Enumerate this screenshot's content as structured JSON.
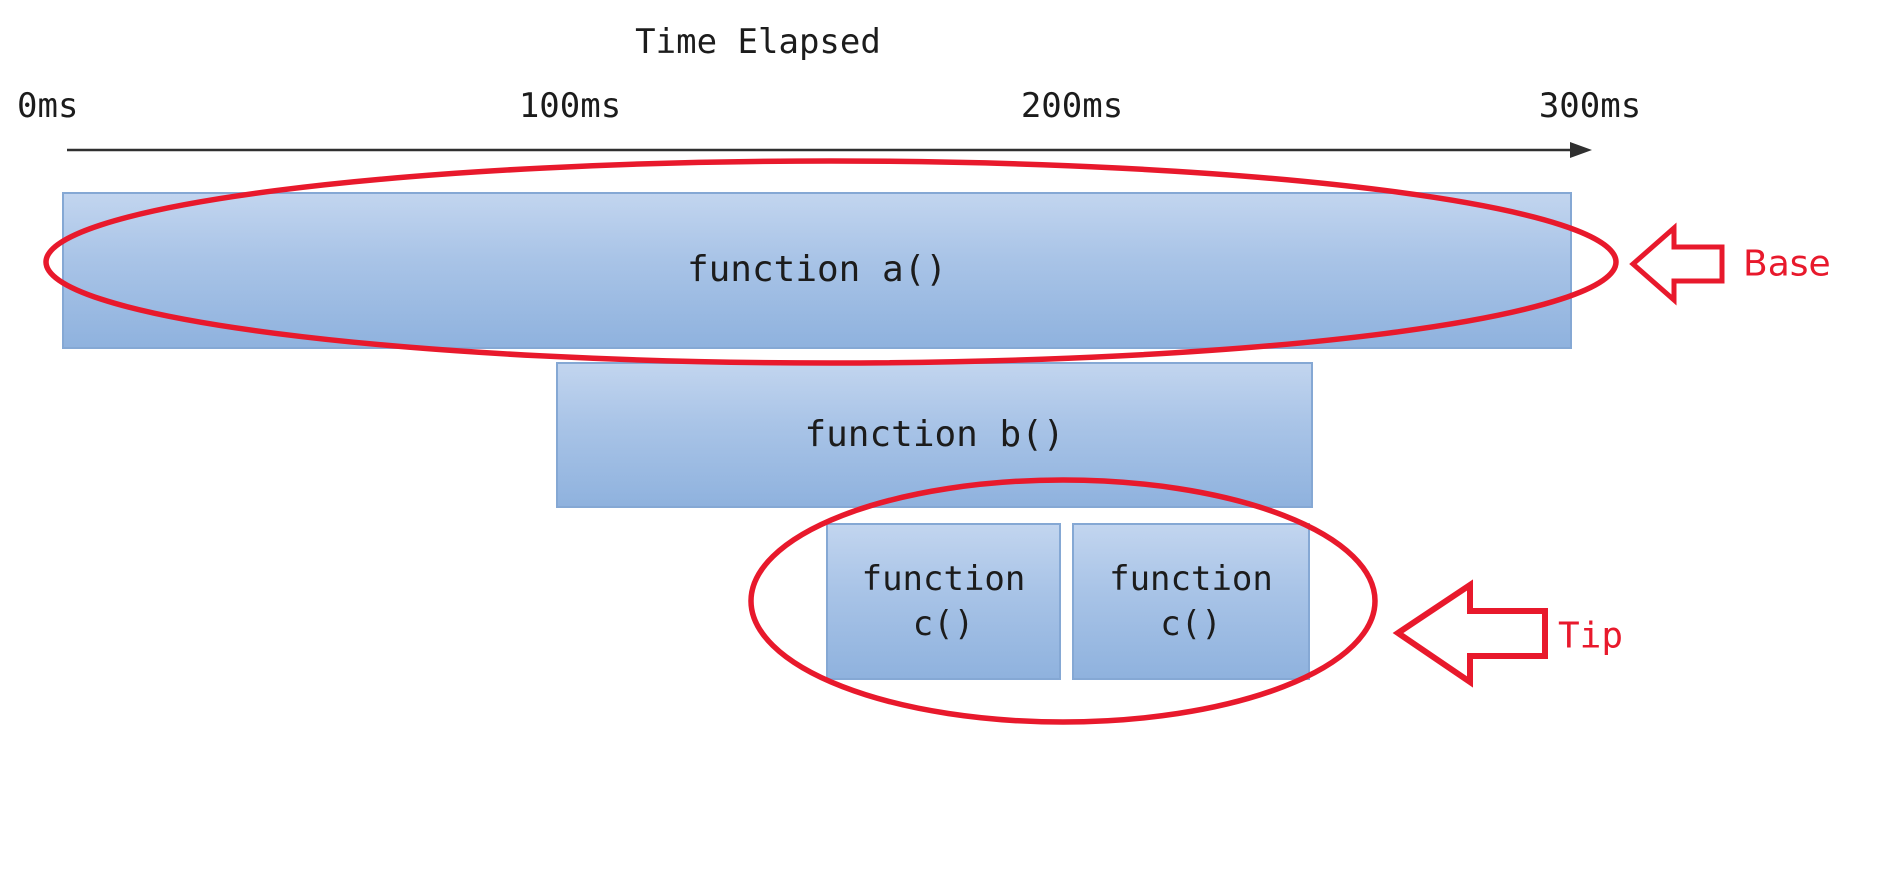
{
  "title": "Time Elapsed",
  "axis": {
    "ticks": [
      "0ms",
      "100ms",
      "200ms",
      "300ms"
    ]
  },
  "bars": [
    {
      "id": "a",
      "label": "function a()"
    },
    {
      "id": "b",
      "label": "function b()"
    },
    {
      "id": "c1",
      "label": "function c()"
    },
    {
      "id": "c2",
      "label": "function c()"
    }
  ],
  "annotations": {
    "base": {
      "label": "Base"
    },
    "tip": {
      "label": "Tip"
    }
  },
  "colors": {
    "annotation_red": "#e8192c",
    "bar_fill_top": "#c2d5ef",
    "bar_fill_bottom": "#8fb2de",
    "bar_border": "#85a8d4",
    "axis": "#303030",
    "text": "#1c1c1c"
  }
}
